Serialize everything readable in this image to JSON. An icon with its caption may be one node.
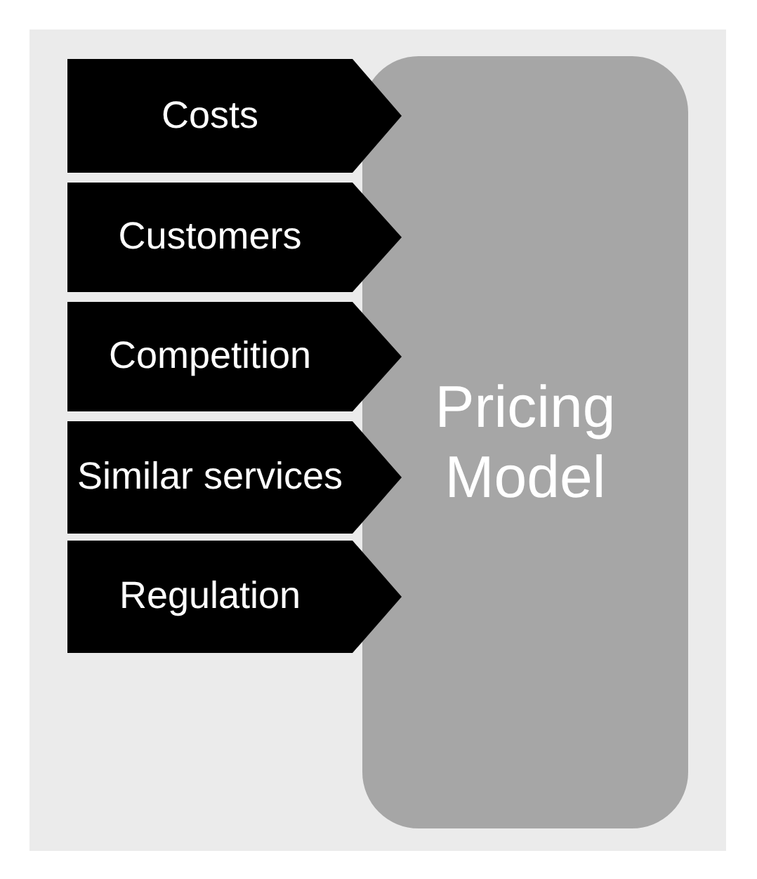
{
  "diagram": {
    "nodes": [
      {
        "text": [
          "Costs"
        ]
      },
      {
        "text": [
          "Customers"
        ]
      },
      {
        "text": [
          "Competition"
        ]
      },
      {
        "text": [
          "Similar services"
        ]
      },
      {
        "text": [
          "Regulation"
        ]
      },
      {
        "text": [
          "Pricing Model"
        ]
      }
    ]
  }
}
